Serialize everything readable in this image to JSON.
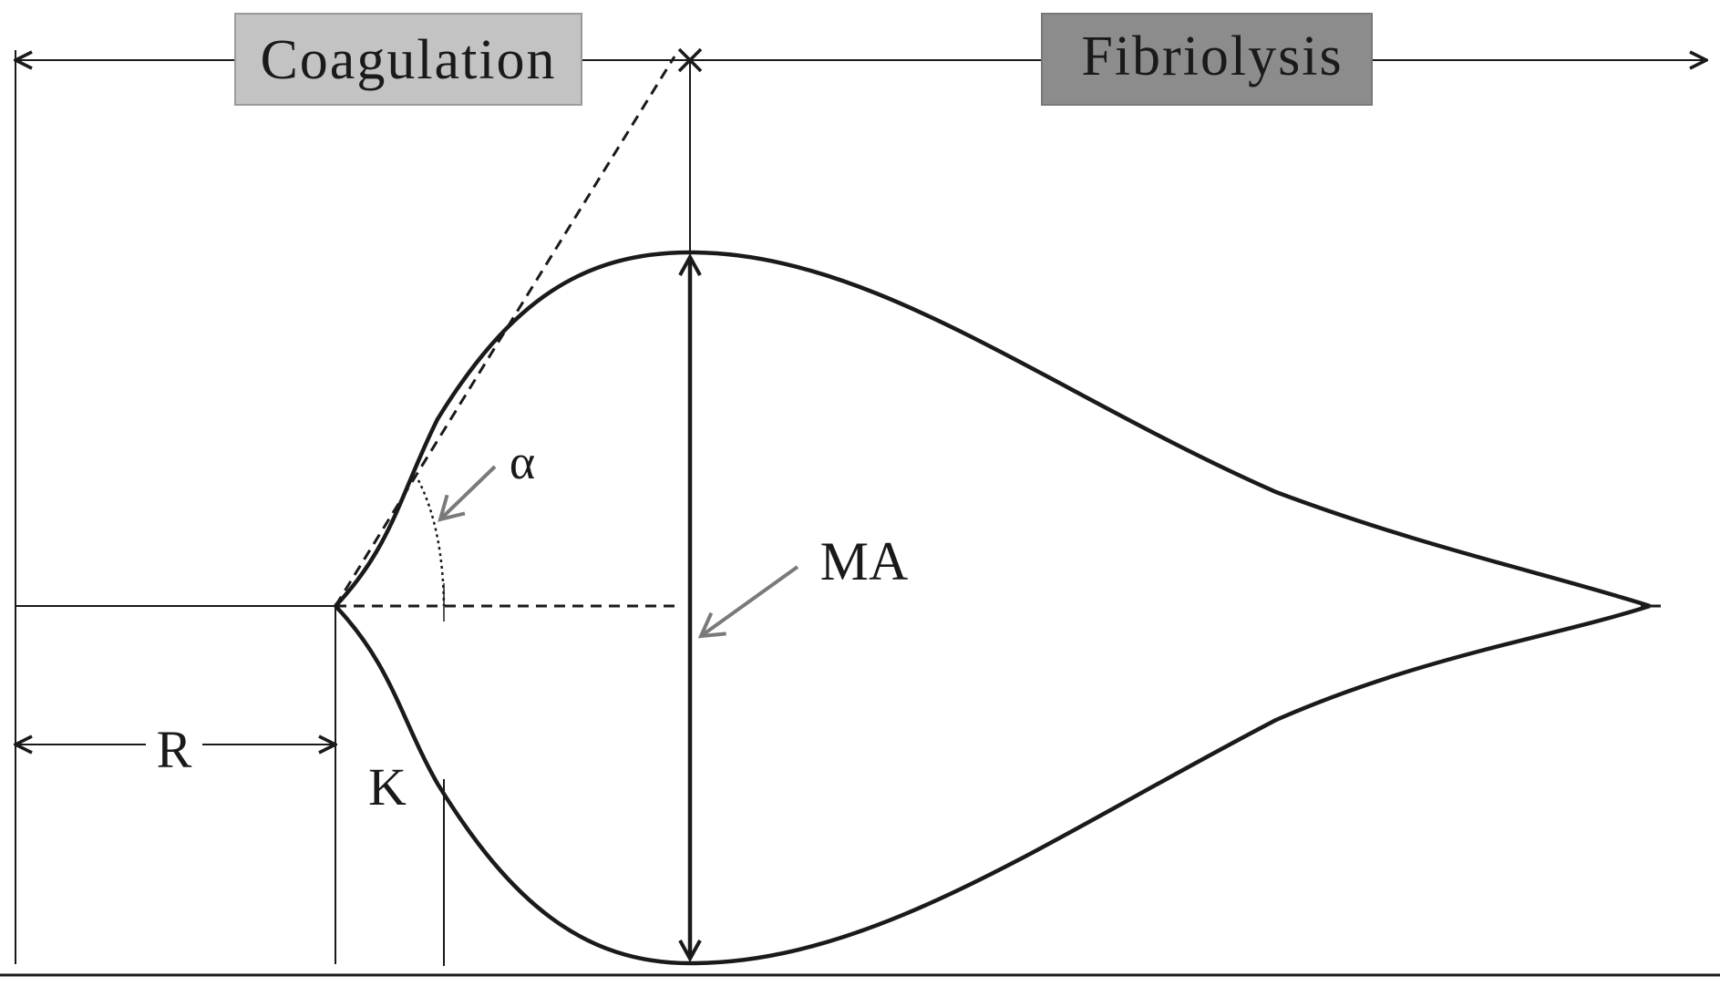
{
  "phases": {
    "coagulation": "Coagulation",
    "fibrinolysis": "Fibriolysis"
  },
  "parameters": {
    "r": "R",
    "k": "K",
    "alpha": "α",
    "ma": "MA"
  },
  "colors": {
    "coagulation_box": "#c3c3c3",
    "fibrinolysis_box": "#8c8c8c",
    "curve": "#1a1a1a",
    "line": "#1a1a1a",
    "pointer_arrow": "#7a7a7a"
  }
}
